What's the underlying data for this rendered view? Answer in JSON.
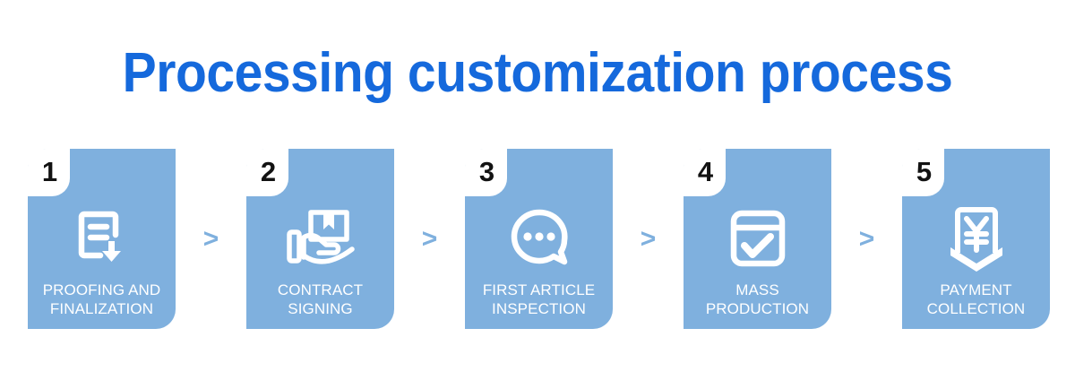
{
  "page": {
    "background_color": "#ffffff"
  },
  "header": {
    "title": "Processing customization process",
    "title_color": "#1569dc"
  },
  "flow": {
    "card_color": "#7fb0de",
    "label_color": "#ffffff",
    "number_color": "#121212",
    "separator_color": "#7fb0de",
    "separator_glyph": ">",
    "separators": [
      ">",
      ">",
      ">",
      ">"
    ],
    "steps": [
      {
        "number": "1",
        "label": "PROOFING AND\nFINALIZATION",
        "icon": "document-download-icon"
      },
      {
        "number": "2",
        "label": "CONTRACT\nSIGNING",
        "icon": "hand-holding-box-icon"
      },
      {
        "number": "3",
        "label": "FIRST  ARTICLE\nINSPECTION",
        "icon": "speech-bubble-dots-icon"
      },
      {
        "number": "4",
        "label": "MASS\nPRODUCTION",
        "icon": "calendar-check-icon"
      },
      {
        "number": "5",
        "label": "PAYMENT\nCOLLECTION",
        "icon": "yen-envelope-icon"
      }
    ]
  }
}
